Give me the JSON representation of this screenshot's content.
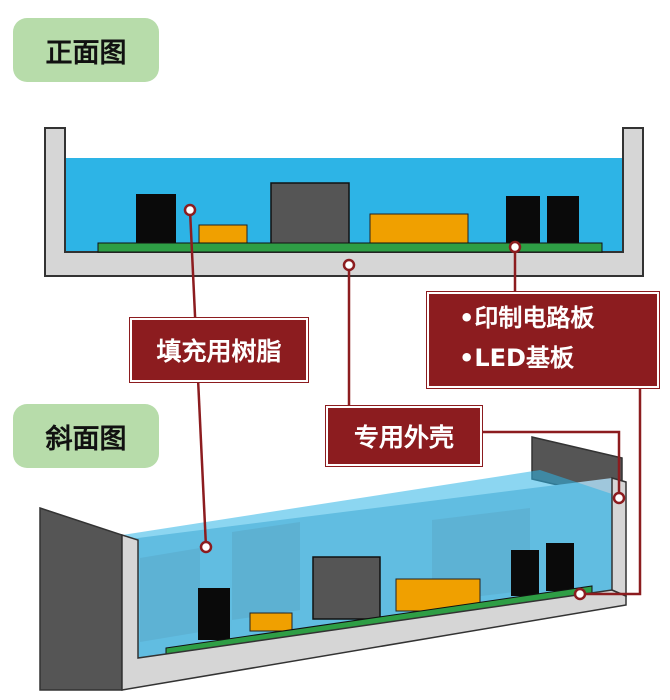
{
  "views": {
    "front_title": "正面图",
    "oblique_title": "斜面图"
  },
  "callouts": {
    "resin": "填充用树脂",
    "case": "专用外壳",
    "board_line1": "•印制电路板",
    "board_line2": "•LED基板"
  },
  "colors": {
    "resin": "#2db4e6",
    "case": "#d6d6d6",
    "case_outline": "#333333",
    "board": "#2e9e45",
    "black_component": "#0a0a0a",
    "gray_component": "#555555",
    "orange_component": "#f0a000",
    "callout": "#8c1c1f",
    "tag": "#b7dcaa"
  }
}
